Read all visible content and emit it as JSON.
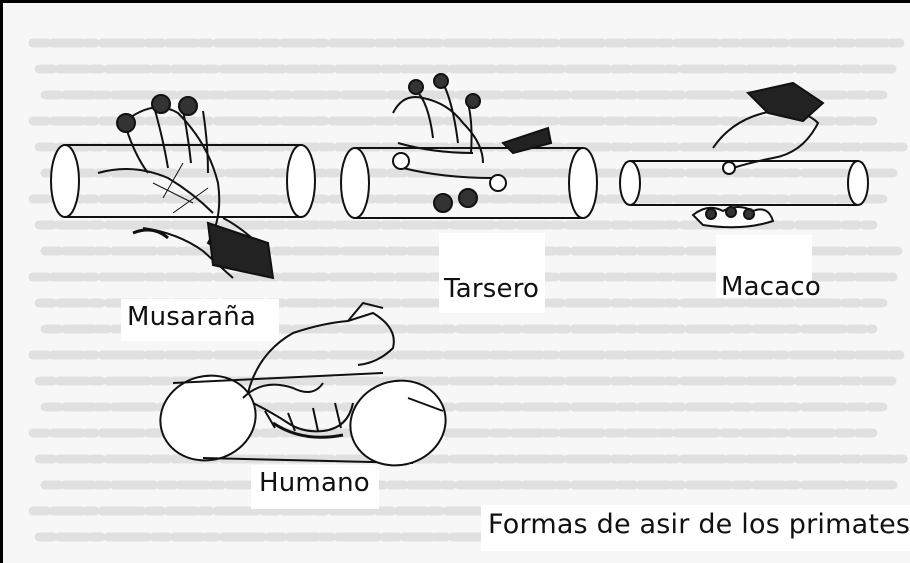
{
  "figure": {
    "caption": "Formas de asir de los primates",
    "labels": {
      "shrew": "Musaraña",
      "tarsier": "Tarsero",
      "macaque": "Macaco",
      "human": "Humano"
    }
  },
  "colors": {
    "ink": "#111111",
    "paper": "#f7f7f7",
    "text_bg": "#d9d9d9",
    "border": "#000000"
  }
}
